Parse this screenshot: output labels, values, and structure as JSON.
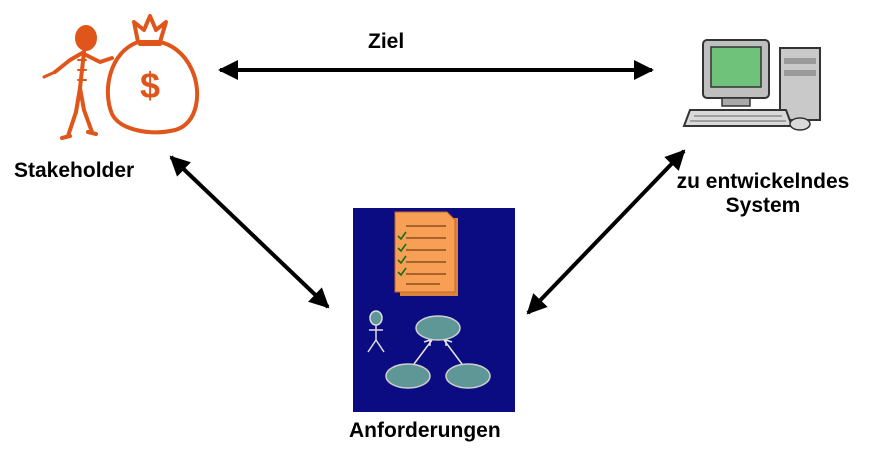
{
  "labels": {
    "goal": "Ziel",
    "stakeholder": "Stakeholder",
    "system_line1": "zu entwickelndes",
    "system_line2": "System",
    "requirements": "Anforderungen"
  },
  "icons": {
    "stakeholder": "person-with-money-bag-icon",
    "system": "desktop-computer-icon",
    "requirements": "requirements-document-and-use-case-icon"
  },
  "colors": {
    "arrow": "#000000",
    "stakeholder_orange": "#e0551a",
    "requirements_background": "#0b0b82",
    "document_orange": "#f7a055",
    "usecase_fill": "#5f9797",
    "monitor_screen": "#6fc27a"
  }
}
